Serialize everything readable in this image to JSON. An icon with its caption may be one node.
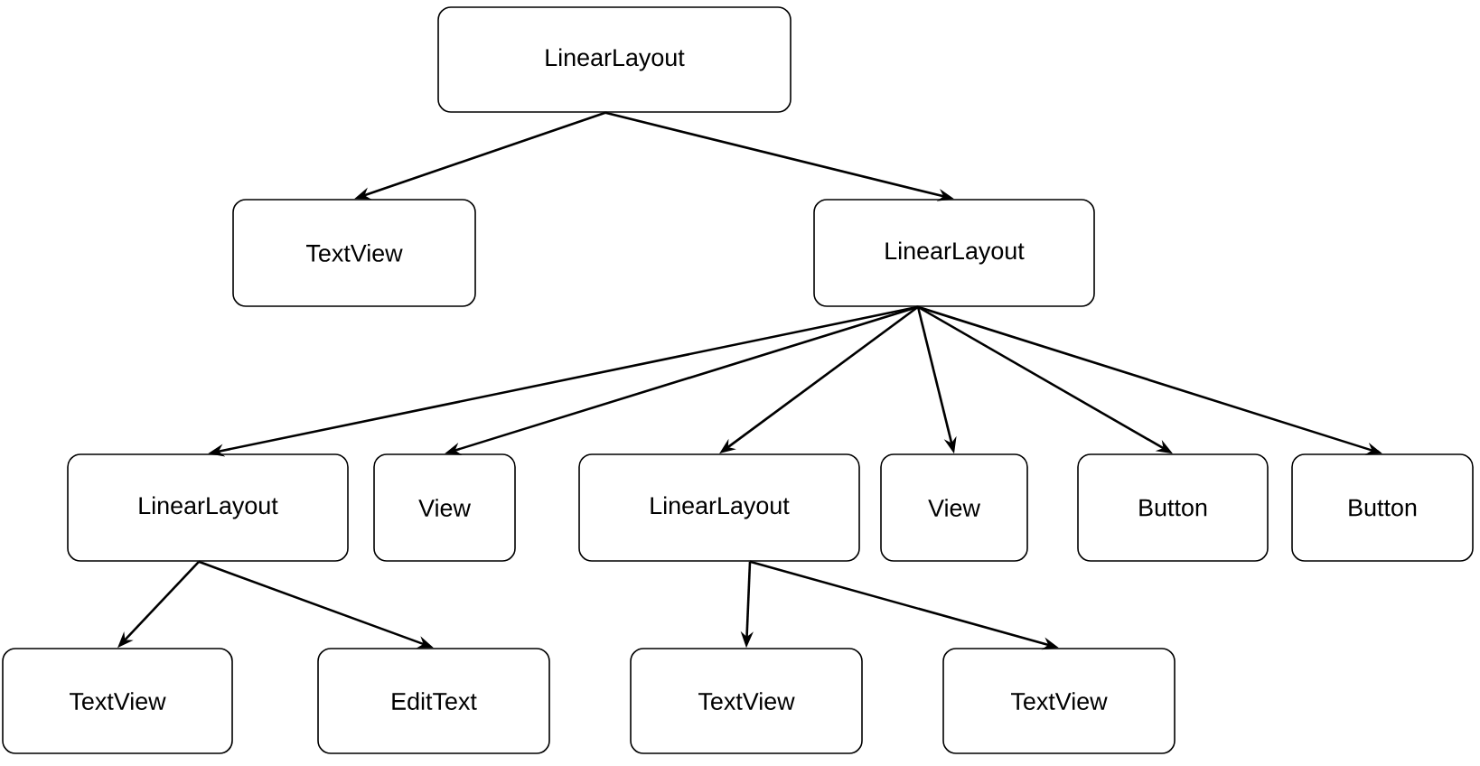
{
  "diagram": {
    "nodes": [
      {
        "text": [
          "LinearLayout"
        ]
      },
      {
        "text": [
          "TextView"
        ]
      },
      {
        "text": [
          "LinearLayout"
        ]
      },
      {
        "text": [
          "LinearLayout"
        ]
      },
      {
        "text": [
          "View"
        ]
      },
      {
        "text": [
          "LinearLayout"
        ]
      },
      {
        "text": [
          "View"
        ]
      },
      {
        "text": [
          "Button"
        ]
      },
      {
        "text": [
          "Button"
        ]
      },
      {
        "text": [
          "TextView"
        ]
      },
      {
        "text": [
          "EditText"
        ]
      },
      {
        "text": [
          "TextView"
        ]
      },
      {
        "text": [
          "TextView"
        ]
      }
    ],
    "edges": [
      {
        "from": 0,
        "to": 1,
        "arrow": "to"
      },
      {
        "from": 0,
        "to": 2,
        "arrow": "to"
      },
      {
        "from": 2,
        "to": 3,
        "arrow": "to"
      },
      {
        "from": 2,
        "to": 4,
        "arrow": "to"
      },
      {
        "from": 2,
        "to": 5,
        "arrow": "to"
      },
      {
        "from": 2,
        "to": 6,
        "arrow": "to"
      },
      {
        "from": 2,
        "to": 7,
        "arrow": "to"
      },
      {
        "from": 2,
        "to": 8,
        "arrow": "to"
      },
      {
        "from": 3,
        "to": 9,
        "arrow": "to"
      },
      {
        "from": 3,
        "to": 10,
        "arrow": "to"
      },
      {
        "from": 5,
        "to": 11,
        "arrow": "to"
      },
      {
        "from": 5,
        "to": 12,
        "arrow": "to"
      }
    ]
  }
}
